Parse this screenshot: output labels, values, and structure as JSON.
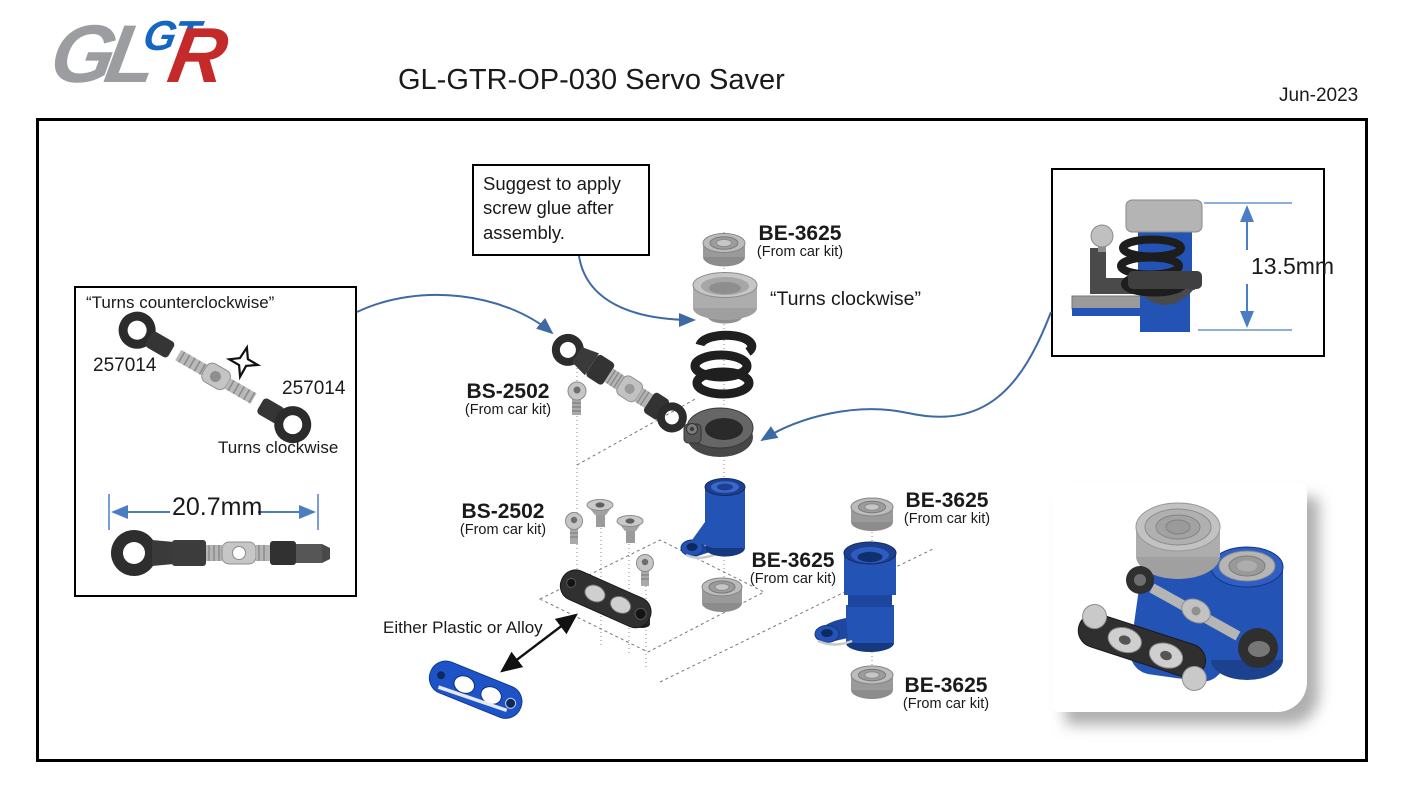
{
  "header": {
    "logo": {
      "gl": "GL",
      "gt": "GT",
      "r": "R"
    },
    "title": "GL-GTR-OP-030 Servo Saver",
    "date": "Jun-2023"
  },
  "callout": {
    "text": "Suggest to apply screw glue after assembly."
  },
  "left_inset": {
    "turns_ccw": "“Turns counterclockwise”",
    "part_left": "257014",
    "part_right": "257014",
    "turns_cw": "Turns clockwise",
    "length": "20.7mm"
  },
  "labels": {
    "be3625": "BE-3625",
    "bs2502": "BS-2502",
    "from_car_kit": "(From car kit)",
    "turns_cw_quoted": "“Turns clockwise”",
    "either_plastic_or_alloy": "Either Plastic or Alloy"
  },
  "right_inset": {
    "height": "13.5mm"
  },
  "colors": {
    "part_blue": "#2453b6",
    "part_gray": "#aeaeae",
    "part_black": "#2e2e2e",
    "arrow_blue": "#3d6aa5",
    "dimension_blue": "#4a7ec4",
    "logo_gray": "#9b9da0",
    "logo_blue": "#1665c1",
    "logo_red": "#c42a2a",
    "border_black": "#000000"
  }
}
